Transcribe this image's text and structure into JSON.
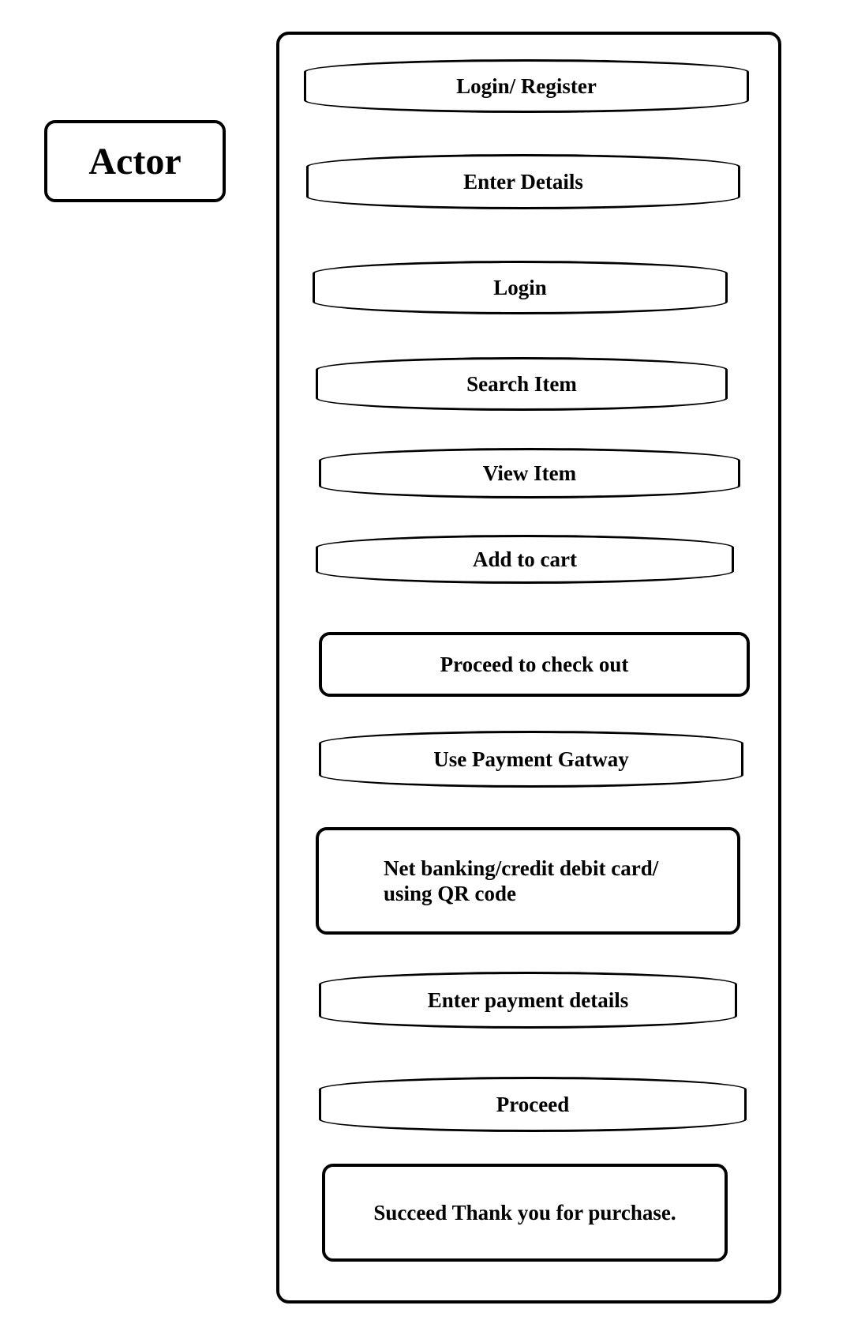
{
  "actor": {
    "label": "Actor"
  },
  "steps": [
    {
      "label": "Login/ Register",
      "shape": "pill"
    },
    {
      "label": "Enter Details",
      "shape": "pill"
    },
    {
      "label": "Login",
      "shape": "pill"
    },
    {
      "label": "Search Item",
      "shape": "pill"
    },
    {
      "label": "View Item",
      "shape": "pill"
    },
    {
      "label": "Add to cart",
      "shape": "pill"
    },
    {
      "label": "Proceed to check out",
      "shape": "rect"
    },
    {
      "label": "Use Payment Gatway",
      "shape": "pill"
    },
    {
      "label": "Net banking/credit debit card/\nusing QR code",
      "shape": "rect"
    },
    {
      "label": "Enter payment details",
      "shape": "pill"
    },
    {
      "label": "Proceed",
      "shape": "pill"
    },
    {
      "label": "Succeed Thank you for purchase.",
      "shape": "rect"
    }
  ],
  "colors": {
    "stroke": "#000000",
    "background": "#ffffff"
  }
}
